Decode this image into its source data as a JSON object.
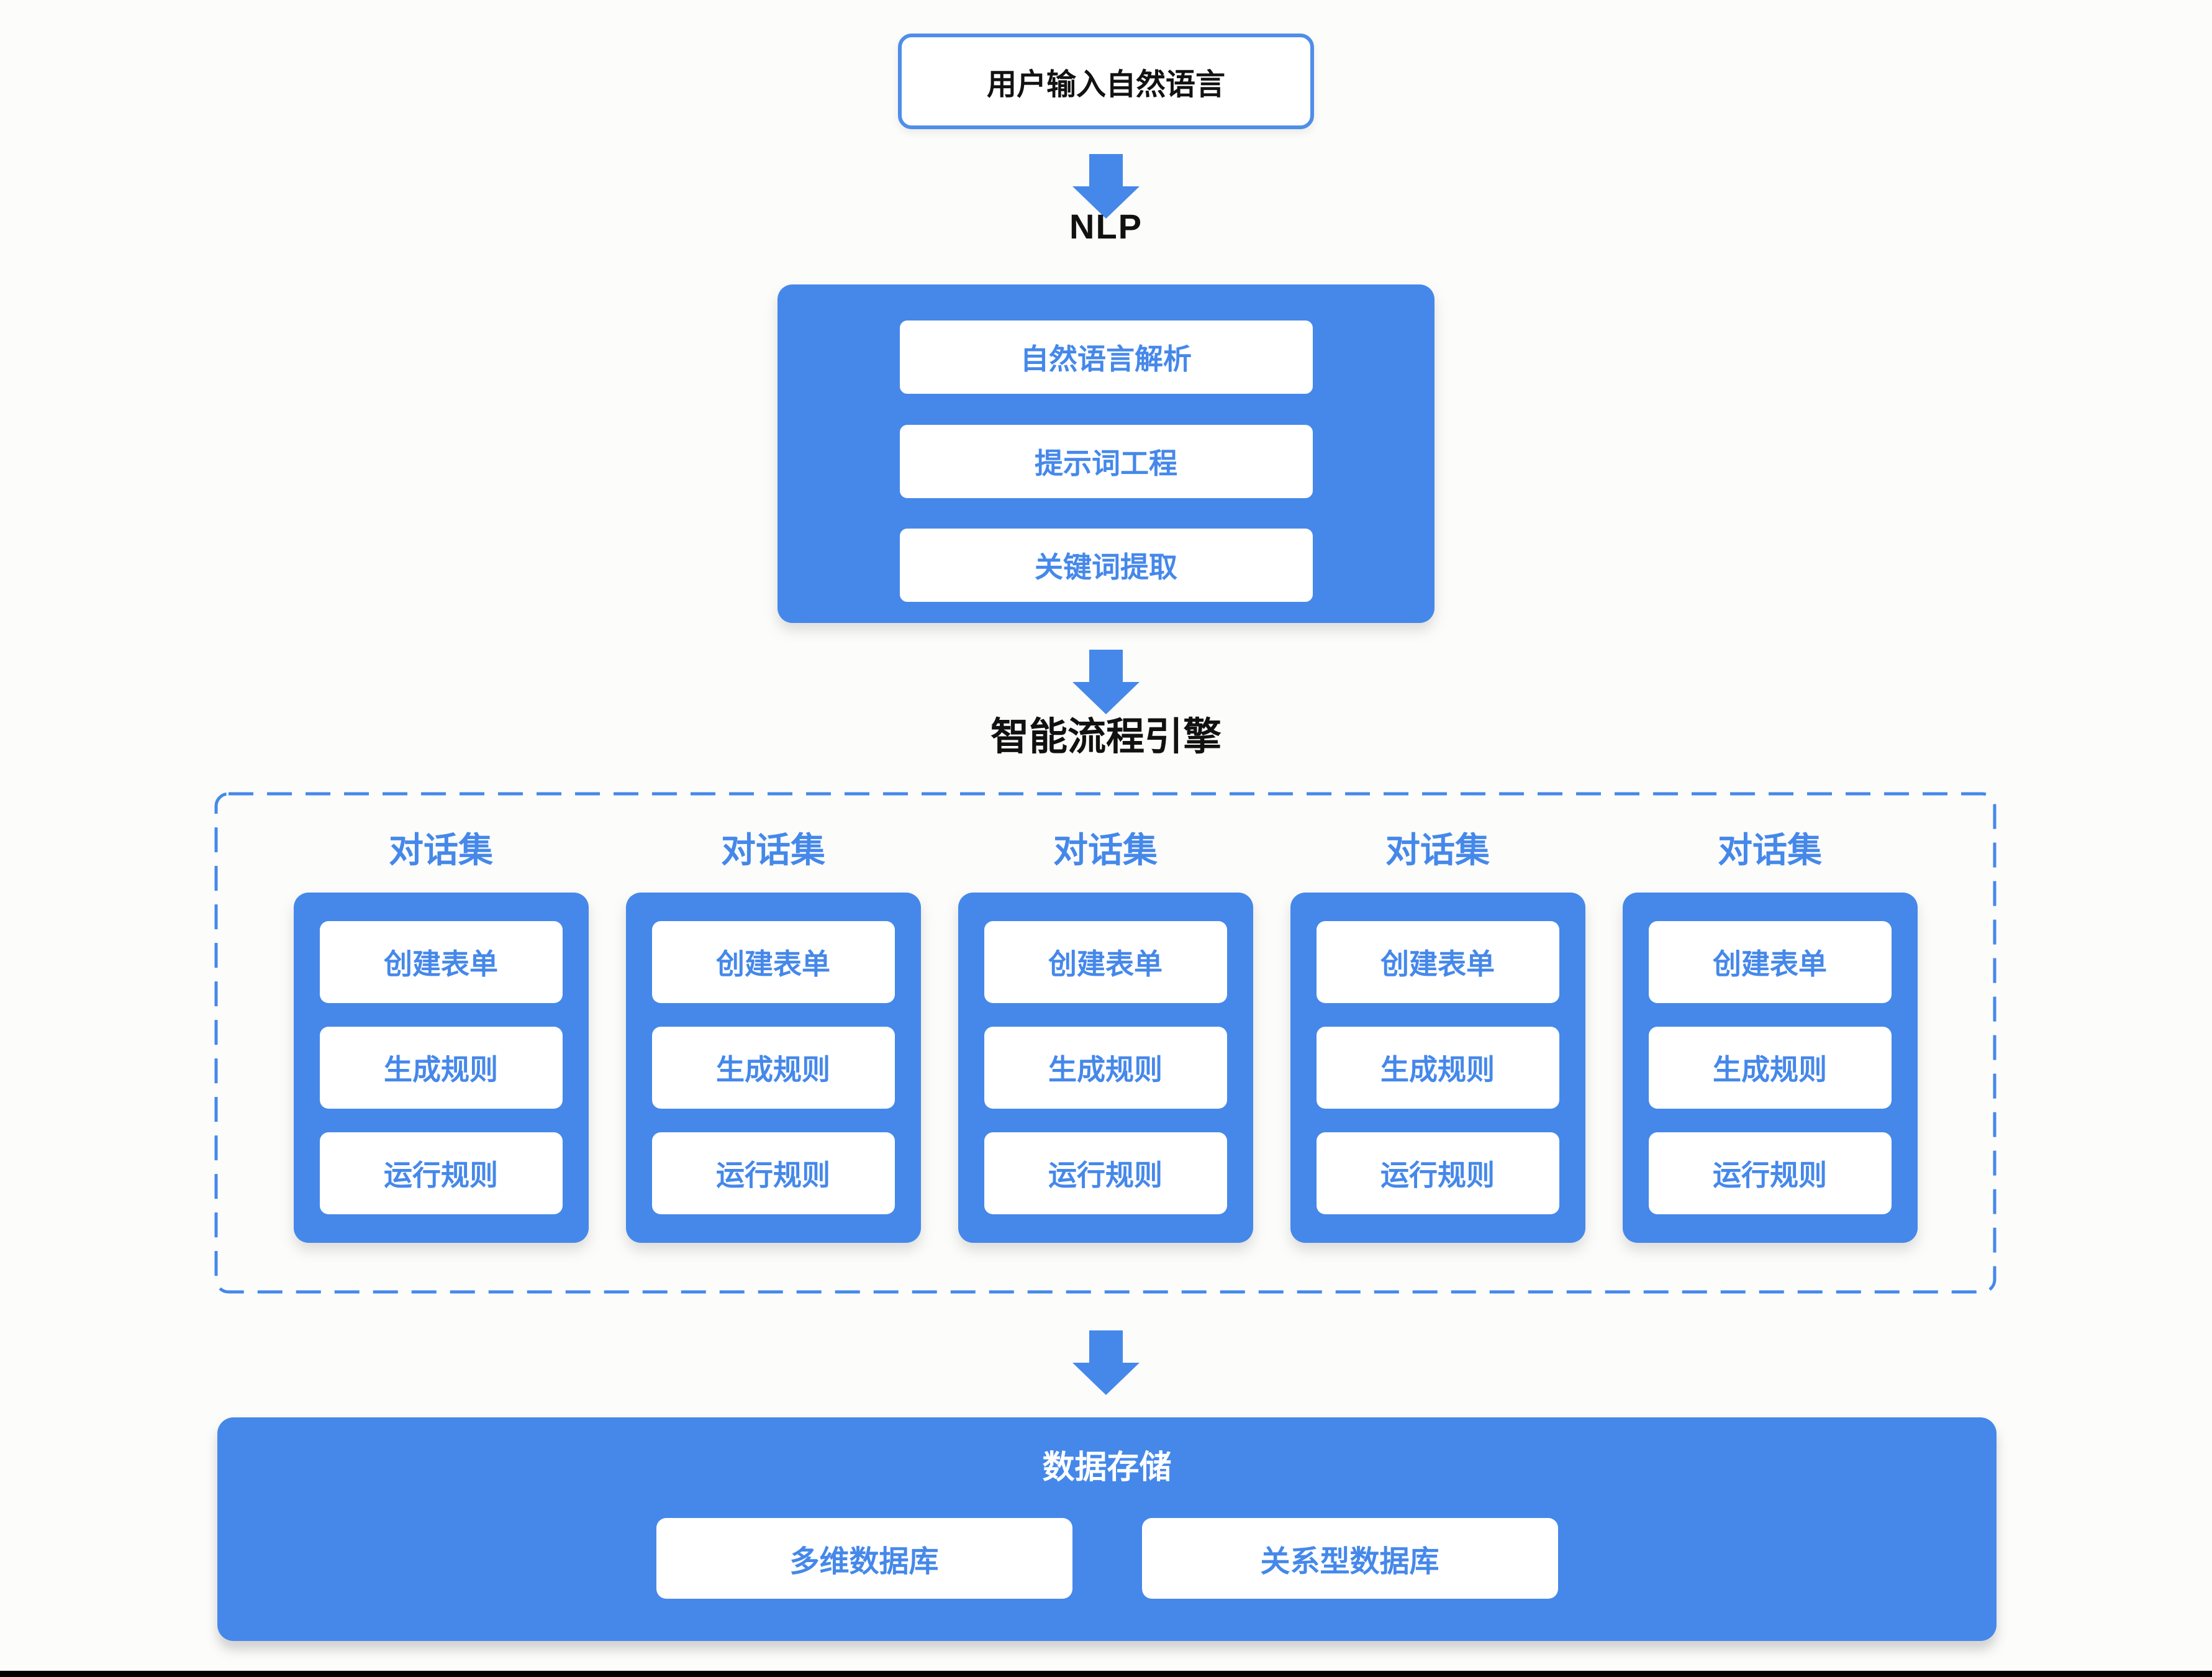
{
  "page": {
    "background": "#fcfcfb",
    "accent_blue": "#4588ea",
    "node_border_blue": "#4f8de9",
    "text_black": "#121212",
    "bottom_bar_color": "#000000"
  },
  "flow": {
    "input_label": "用户输入自然语言",
    "nlp_label": "NLP",
    "nlp_steps": [
      "自然语言解析",
      "提示词工程",
      "关键词提取"
    ],
    "engine_label": "智能流程引擎",
    "dialog_sets": [
      {
        "title": "对话集",
        "steps": [
          "创建表单",
          "生成规则",
          "运行规则"
        ]
      },
      {
        "title": "对话集",
        "steps": [
          "创建表单",
          "生成规则",
          "运行规则"
        ]
      },
      {
        "title": "对话集",
        "steps": [
          "创建表单",
          "生成规则",
          "运行规则"
        ]
      },
      {
        "title": "对话集",
        "steps": [
          "创建表单",
          "生成规则",
          "运行规则"
        ]
      },
      {
        "title": "对话集",
        "steps": [
          "创建表单",
          "生成规则",
          "运行规则"
        ]
      }
    ],
    "storage": {
      "title": "数据存储",
      "databases": [
        "多维数据库",
        "关系型数据库"
      ]
    }
  },
  "icons": {
    "arrow_down": {
      "name": "arrow-down-icon",
      "color": "#4588ea"
    }
  }
}
